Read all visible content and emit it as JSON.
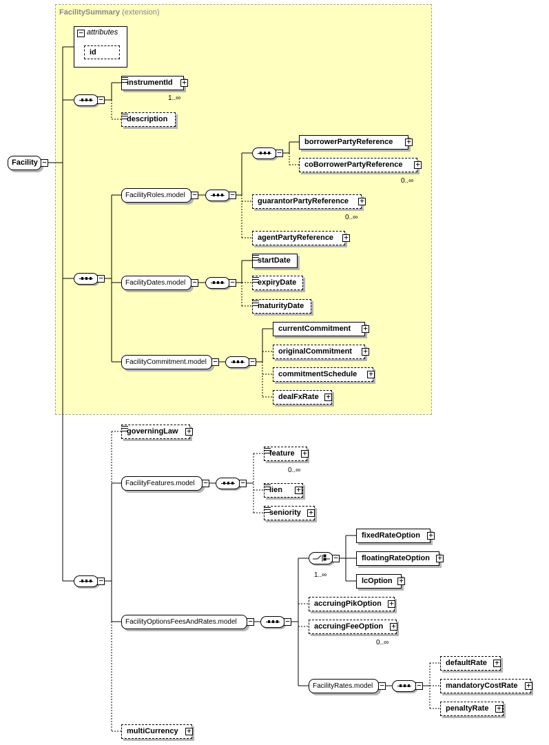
{
  "extension": {
    "name": "FacilitySummary",
    "kind": "(extension)"
  },
  "attributes": {
    "title": "attributes",
    "items": [
      "id"
    ]
  },
  "root": "Facility",
  "elements": {
    "instrumentId": "instrumentId",
    "description": "description",
    "borrowerPartyReference": "borrowerPartyReference",
    "coBorrowerPartyReference": "coBorrowerPartyReference",
    "guarantorPartyReference": "guarantorPartyReference",
    "agentPartyReference": "agentPartyReference",
    "startDate": "startDate",
    "expiryDate": "expiryDate",
    "maturityDate": "maturityDate",
    "currentCommitment": "currentCommitment",
    "originalCommitment": "originalCommitment",
    "commitmentSchedule": "commitmentSchedule",
    "dealFxRate": "dealFxRate",
    "governingLaw": "governingLaw",
    "feature": "feature",
    "lien": "lien",
    "seniority": "seniority",
    "fixedRateOption": "fixedRateOption",
    "floatingRateOption": "floatingRateOption",
    "lcOption": "lcOption",
    "accruingPikOption": "accruingPikOption",
    "accruingFeeOption": "accruingFeeOption",
    "defaultRate": "defaultRate",
    "mandatoryCostRate": "mandatoryCostRate",
    "penaltyRate": "penaltyRate",
    "multiCurrency": "multiCurrency"
  },
  "models": {
    "roles": "FacilityRoles.model",
    "dates": "FacilityDates.model",
    "commitment": "FacilityCommitment.model",
    "features": "FacilityFeatures.model",
    "optionsFees": "FacilityOptionsFeesAndRates.model",
    "rates": "FacilityRates.model"
  },
  "cardinality": {
    "instrumentId": "1..∞",
    "coBorrower": "0..∞",
    "guarantor": "0..∞",
    "feature": "0..∞",
    "choice": "1..∞",
    "accruingFee": "0..∞"
  },
  "colors": {
    "extension_fill": "#ffffc0",
    "extension_border": "#a0a0a0",
    "shadow": "#b4b4b4"
  }
}
